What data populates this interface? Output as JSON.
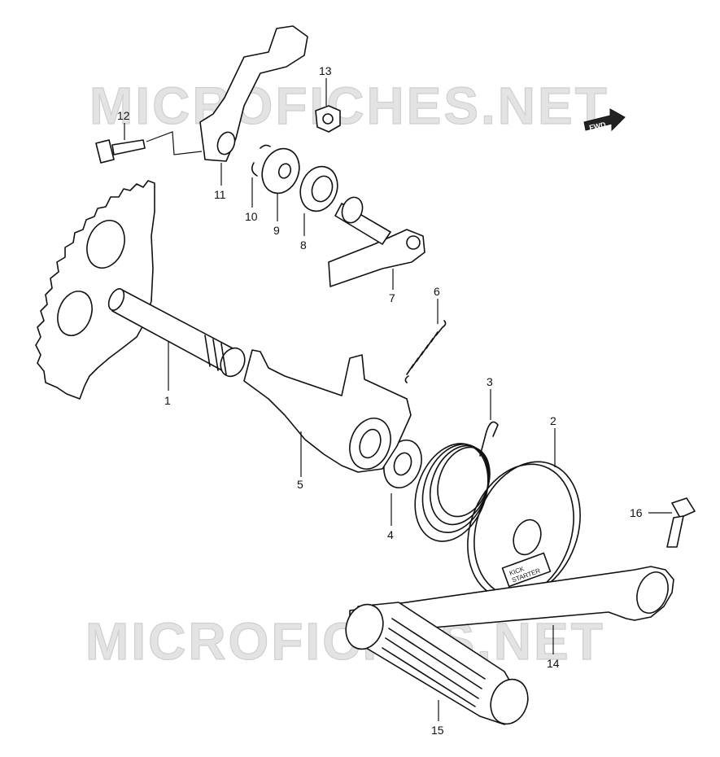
{
  "watermark": {
    "text": "MICROFICHES.NET",
    "color": "#e3e3e3"
  },
  "direction_badge": {
    "text": "FWD"
  },
  "callouts": {
    "c1": "1",
    "c2": "2",
    "c3": "3",
    "c4": "4",
    "c5": "5",
    "c6": "6",
    "c7": "7",
    "c8": "8",
    "c9": "9",
    "c10": "10",
    "c11": "11",
    "c12": "12",
    "c13": "13",
    "c14": "14",
    "c15": "15",
    "c16": "16"
  },
  "plate_label": {
    "line1": "KICK",
    "line2": "STARTER"
  }
}
